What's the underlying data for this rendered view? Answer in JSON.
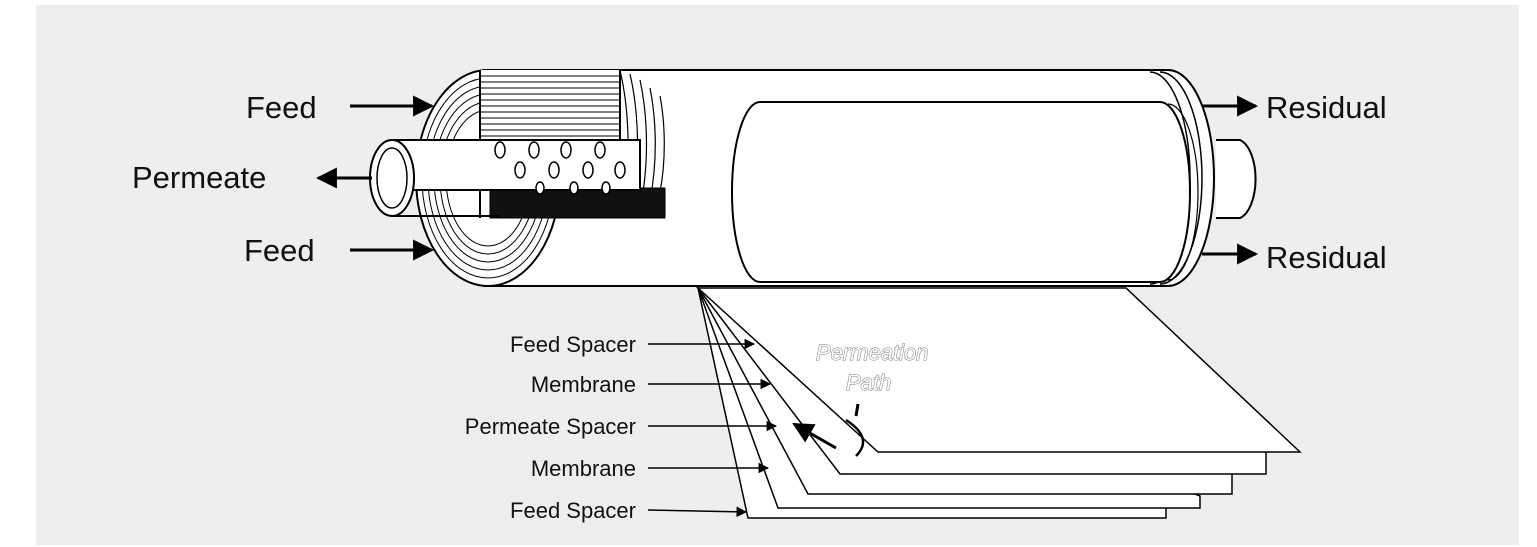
{
  "labels": {
    "feed_top": "Feed",
    "permeate": "Permeate",
    "feed_bottom": "Feed",
    "residual_top": "Residual",
    "residual_bottom": "Residual",
    "layer_feed_spacer_1": "Feed Spacer",
    "layer_membrane_1": "Membrane",
    "layer_permeate_spacer": "Permeate Spacer",
    "layer_membrane_2": "Membrane",
    "layer_feed_spacer_2": "Feed Spacer",
    "permeation_path_line1": "Permeation",
    "permeation_path_line2": "Path"
  },
  "colors": {
    "background": "#eeeeee",
    "line": "#000000",
    "fill": "#ffffff"
  }
}
